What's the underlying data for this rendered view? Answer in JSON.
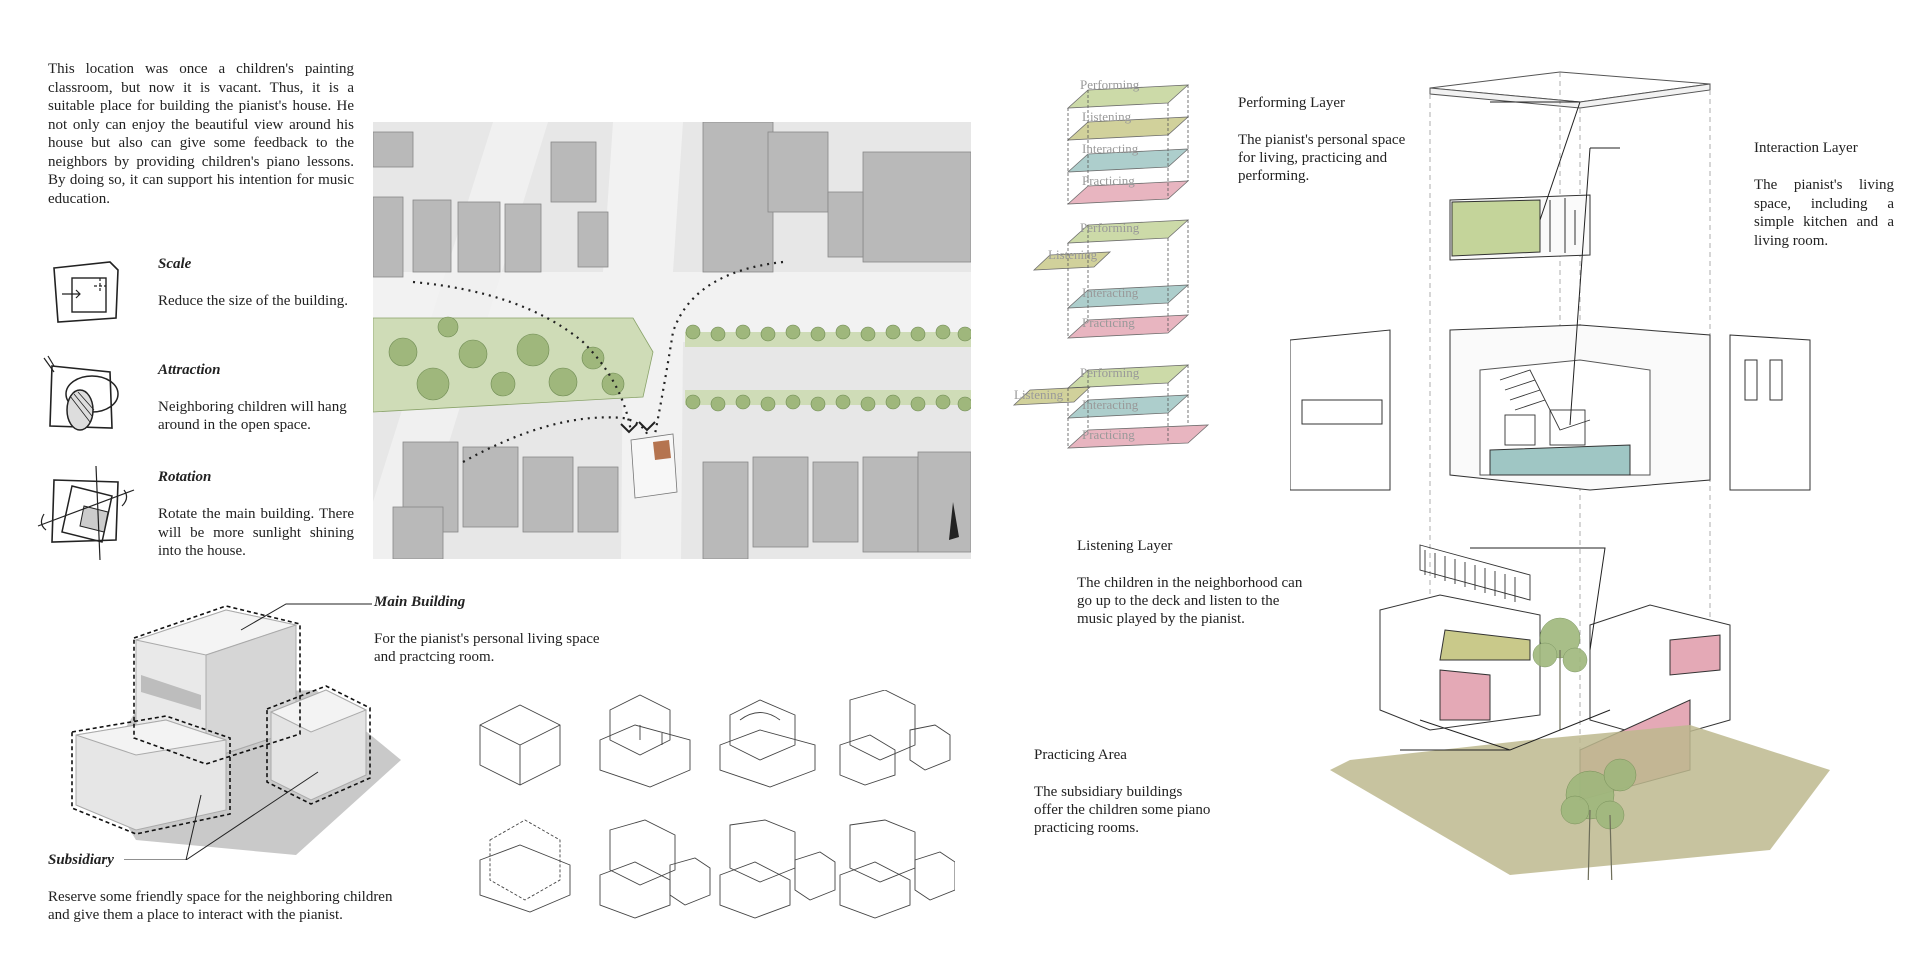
{
  "intro": {
    "text": "This location was once a children's painting classroom, but now it is vacant. Thus, it is a suitable place for building the pianist's house. He not only can enjoy the beautiful view around his house but also can give some feedback to the neighbors by providing children's piano lessons. By doing so, it can support his intention for music education."
  },
  "strategies": [
    {
      "title": "Scale",
      "text": "Reduce the size of the building."
    },
    {
      "title": "Attraction",
      "text": "Neighboring children will hang around in the open space."
    },
    {
      "title": "Rotation",
      "text": "Rotate the main building. There will be more sunlight shining into the house."
    }
  ],
  "massing": {
    "main_title": "Main Building",
    "main_text": "For the pianist's personal living space and practcing room.",
    "sub_title": "Subsidiary",
    "sub_text": "Reserve some friendly space for the neighboring children and give them a place to interact with the pianist."
  },
  "layer_labels": [
    "Performing",
    "Listening",
    "Interacting",
    "Practicing"
  ],
  "exploded": {
    "performing_title": "Performing Layer",
    "performing_text": "The pianist's personal space for living, practicing and performing.",
    "interaction_title": "Interaction Layer",
    "interaction_text": "The pianist's living space, including a simple kitchen and a living room.",
    "listening_title": "Listening Layer",
    "listening_text": "The children in the neighborhood can go up to the deck and listen to the music played by the pianist.",
    "practicing_title": "Practicing Area",
    "practicing_text": "The subsidiary buildings offer the children some piano practicing rooms."
  },
  "colors": {
    "performing": "#c4d49a",
    "listening": "#c9c98a",
    "interacting": "#9fc6c4",
    "practicing": "#e4a9b6",
    "ground": "#bdb88e",
    "tree": "#9fb77c"
  }
}
